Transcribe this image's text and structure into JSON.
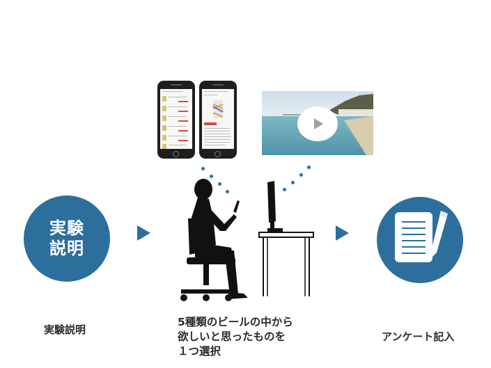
{
  "steps": {
    "explanation": {
      "circle_text_line1": "実験",
      "circle_text_line2": "説明",
      "label": "実験説明"
    },
    "selection": {
      "caption_line1": "5種類のビールの中から",
      "caption_line2": "欲しいと思ったものを",
      "caption_line3": "１つ選択"
    },
    "survey": {
      "label": "アンケート記入"
    }
  },
  "icons": {
    "arrow_1": "right-triangle-arrow",
    "arrow_2": "right-triangle-arrow",
    "phones": "smartphone-icon",
    "video": "video-play-icon",
    "person": "seated-person-icon",
    "monitor": "monitor-on-desk-icon",
    "survey": "clipboard-pen-icon"
  },
  "colors": {
    "accent": "#2c6f9c",
    "text": "#2a2a2a"
  }
}
